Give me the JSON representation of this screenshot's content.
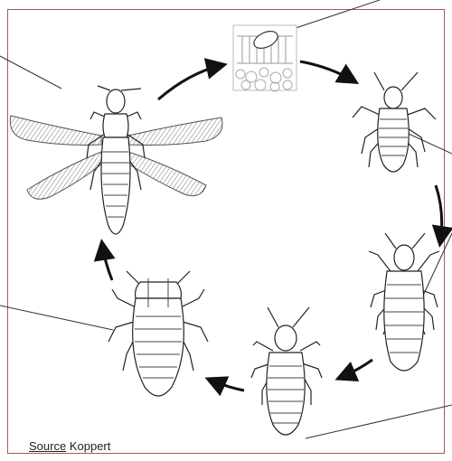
{
  "caption": {
    "source_label": "Source",
    "source_name": "Koppert"
  },
  "diagram": {
    "stages": [
      {
        "name": "egg-in-leaf-tissue"
      },
      {
        "name": "first-instar-larva"
      },
      {
        "name": "second-instar-larva"
      },
      {
        "name": "prepupa"
      },
      {
        "name": "pupa"
      },
      {
        "name": "adult-thrips"
      }
    ],
    "colors": {
      "outline": "#222222",
      "frame": "#a05a5a",
      "arrow": "#111111",
      "leader": "#333333"
    }
  }
}
